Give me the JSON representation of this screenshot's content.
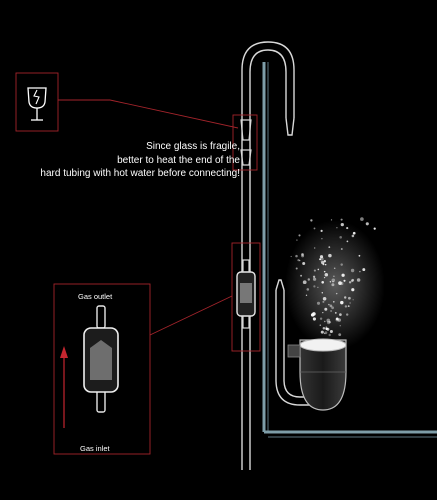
{
  "colors": {
    "background": "#000000",
    "callout_line": "#a3242b",
    "arrow": "#c4262f",
    "glass": "#d9d9d9",
    "water_edge": "#7e9da8",
    "text": "#ffffff"
  },
  "icons": [
    "fragile-glass-icon",
    "check-valve-icon",
    "flow-up-arrow-icon"
  ],
  "caption": {
    "line1": "Since glass is fragile,",
    "line2": "better to heat the end of the",
    "line3": "hard tubing with hot water before connecting!"
  },
  "valve": {
    "outlet_label": "Gas outlet",
    "inlet_label": "Gas inlet"
  }
}
